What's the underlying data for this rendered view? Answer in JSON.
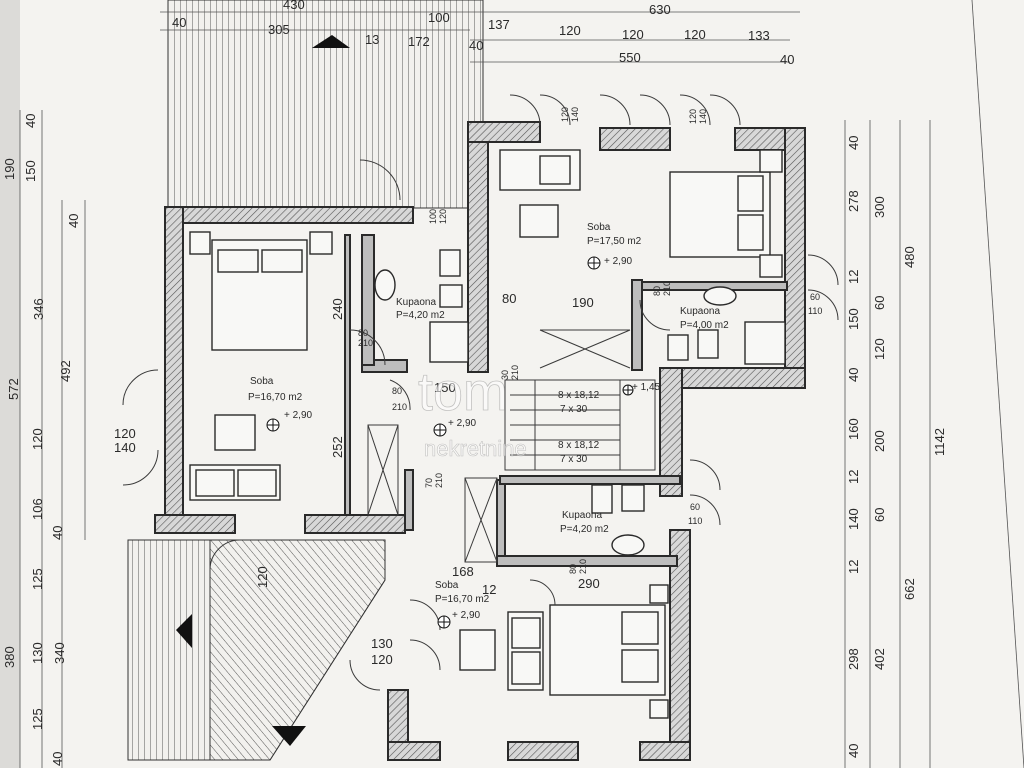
{
  "rooms": [
    {
      "name": "Soba",
      "area": "P=16,70 m2",
      "level": "+ 2,90"
    },
    {
      "name": "Kupaona",
      "area": "P=4,20 m2"
    },
    {
      "name": "Soba",
      "area": "P=17,50 m2",
      "level": "+ 2,90"
    },
    {
      "name": "Kupaona",
      "area": "P=4,00 m2"
    },
    {
      "name": "Kupaona",
      "area": "P=4,20 m2"
    },
    {
      "name": "Soba",
      "area": "P=16,70 m2",
      "level": "+ 2,90"
    }
  ],
  "hall": {
    "level": "+ 2,90"
  },
  "stairs": [
    {
      "line1": "8 x 18,12",
      "line2": "7 x 30"
    },
    {
      "line1": "8 x 18,12",
      "line2": "7 x 30"
    }
  ],
  "stair_level": "+ 1,45",
  "top_dims": [
    "430",
    "40",
    "305",
    "13",
    "100",
    "172",
    "40",
    "137",
    "120",
    "120",
    "120",
    "133",
    "630",
    "550",
    "40"
  ],
  "left_dims": [
    "40",
    "190",
    "150",
    "40",
    "346",
    "572",
    "492",
    "120",
    "106",
    "40",
    "125",
    "380",
    "130",
    "340",
    "125",
    "40"
  ],
  "right_dims": [
    "40",
    "278",
    "300",
    "12",
    "480",
    "60",
    "150",
    "120",
    "40",
    "160",
    "200",
    "1142",
    "12",
    "140",
    "60",
    "12",
    "662",
    "298",
    "402",
    "40"
  ],
  "inner_dims": [
    "240",
    "252",
    "80",
    "190",
    "150",
    "168",
    "12",
    "290",
    "120",
    "140",
    "120",
    "130",
    "120"
  ],
  "door_dims": [
    "80",
    "210",
    "80",
    "210",
    "80",
    "210",
    "70",
    "210",
    "80",
    "210",
    "60",
    "110",
    "60",
    "110",
    "120",
    "140",
    "120",
    "140",
    "100",
    "120",
    "30",
    "210"
  ],
  "watermark": {
    "line1": "tom",
    "line2": "nekretnine"
  }
}
